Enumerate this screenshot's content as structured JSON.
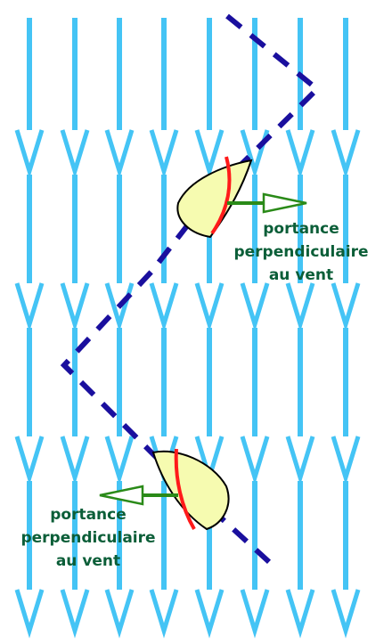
{
  "diagram": {
    "wind_color": "#44c4f5",
    "course_color": "#1a0f9e",
    "sail_fill": "#f6fbb0",
    "sail_edge_color": "#ff1a1a",
    "lift_arrow_color": "#2a8a18",
    "label_color": "#0b5e38",
    "wind_direction": "down",
    "top_boat": {
      "lift_direction": "right",
      "label_line1": "portance",
      "label_line2": "perpendiculaire",
      "label_line3": "au vent"
    },
    "bottom_boat": {
      "lift_direction": "left",
      "label_line1": "portance",
      "label_line2": "perpendiculaire",
      "label_line3": "au vent"
    }
  }
}
